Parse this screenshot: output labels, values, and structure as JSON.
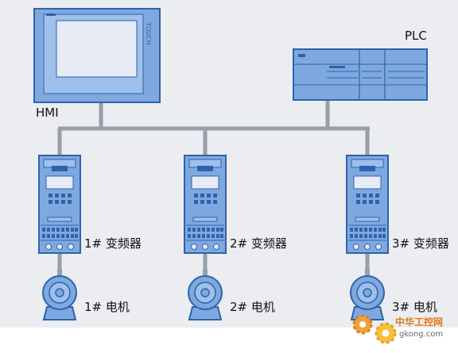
{
  "hmi": {
    "label": "HMI",
    "panel_text": "TOUCH"
  },
  "plc": {
    "label": "PLC"
  },
  "drives": [
    {
      "label": "1# 变频器"
    },
    {
      "label": "2# 变频器"
    },
    {
      "label": "3# 变频器"
    }
  ],
  "motors": [
    {
      "label": "1# 电机"
    },
    {
      "label": "2# 电机"
    },
    {
      "label": "3# 电机"
    }
  ],
  "watermark": {
    "line1": "中华工控网",
    "line2": "gkong.com"
  },
  "colors": {
    "device_fill": "#7fa9de",
    "device_stroke": "#2e62ad",
    "bus": "#96a0ab",
    "screen": "#e6ebf5",
    "accent_orange": "#e07a1a"
  }
}
